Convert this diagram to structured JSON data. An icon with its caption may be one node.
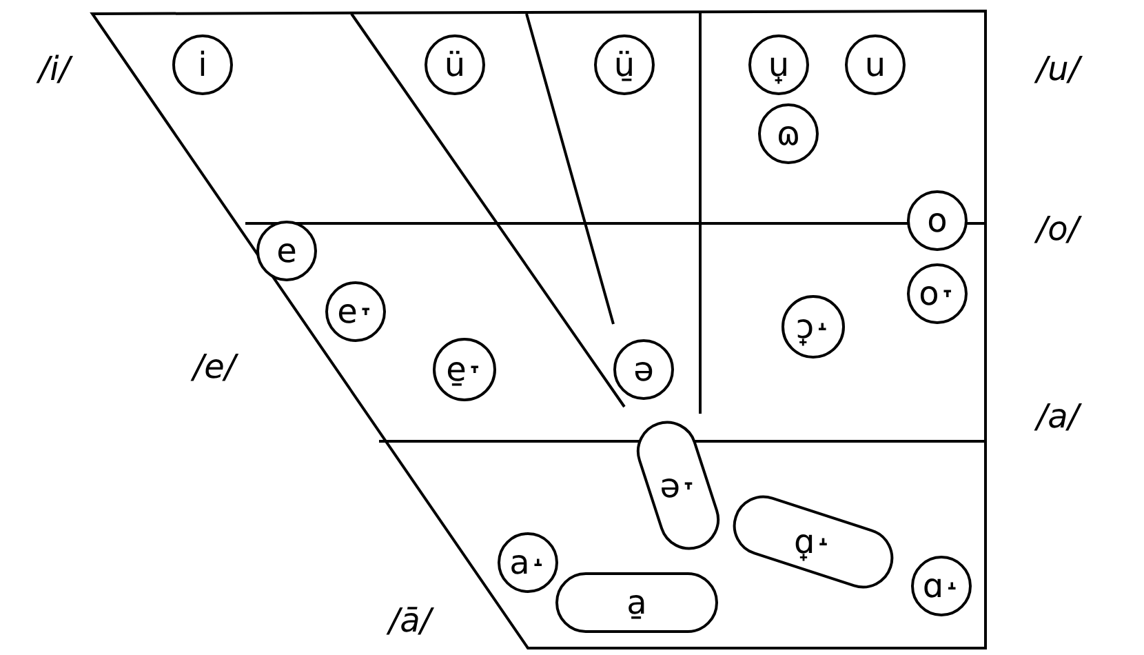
{
  "diagram": {
    "nodes": [
      {
        "text": [
          "i"
        ]
      },
      {
        "text": [
          "ü"
        ]
      },
      {
        "text": [
          "ü̱"
        ]
      },
      {
        "text": [
          "u̟"
        ]
      },
      {
        "text": [
          "u"
        ]
      },
      {
        "text": [
          "ɷ"
        ]
      },
      {
        "text": [
          "e"
        ]
      },
      {
        "text": [
          "o"
        ]
      },
      {
        "text": [
          "e˕"
        ]
      },
      {
        "text": [
          "o˕"
        ]
      },
      {
        "text": [
          "ɔ̟˔"
        ]
      },
      {
        "text": [
          "e̱˕"
        ]
      },
      {
        "text": [
          "ə"
        ]
      },
      {
        "text": [
          "ə˕"
        ]
      },
      {
        "text": [
          "ɑ̟˔"
        ]
      },
      {
        "text": [
          "a˔"
        ]
      },
      {
        "text": [
          "ɑ˔"
        ]
      },
      {
        "text": [
          "a̱"
        ]
      }
    ],
    "labels": [
      "/i/",
      "/u/",
      "/o/",
      "/e/",
      "/a/",
      "/ā/"
    ]
  }
}
